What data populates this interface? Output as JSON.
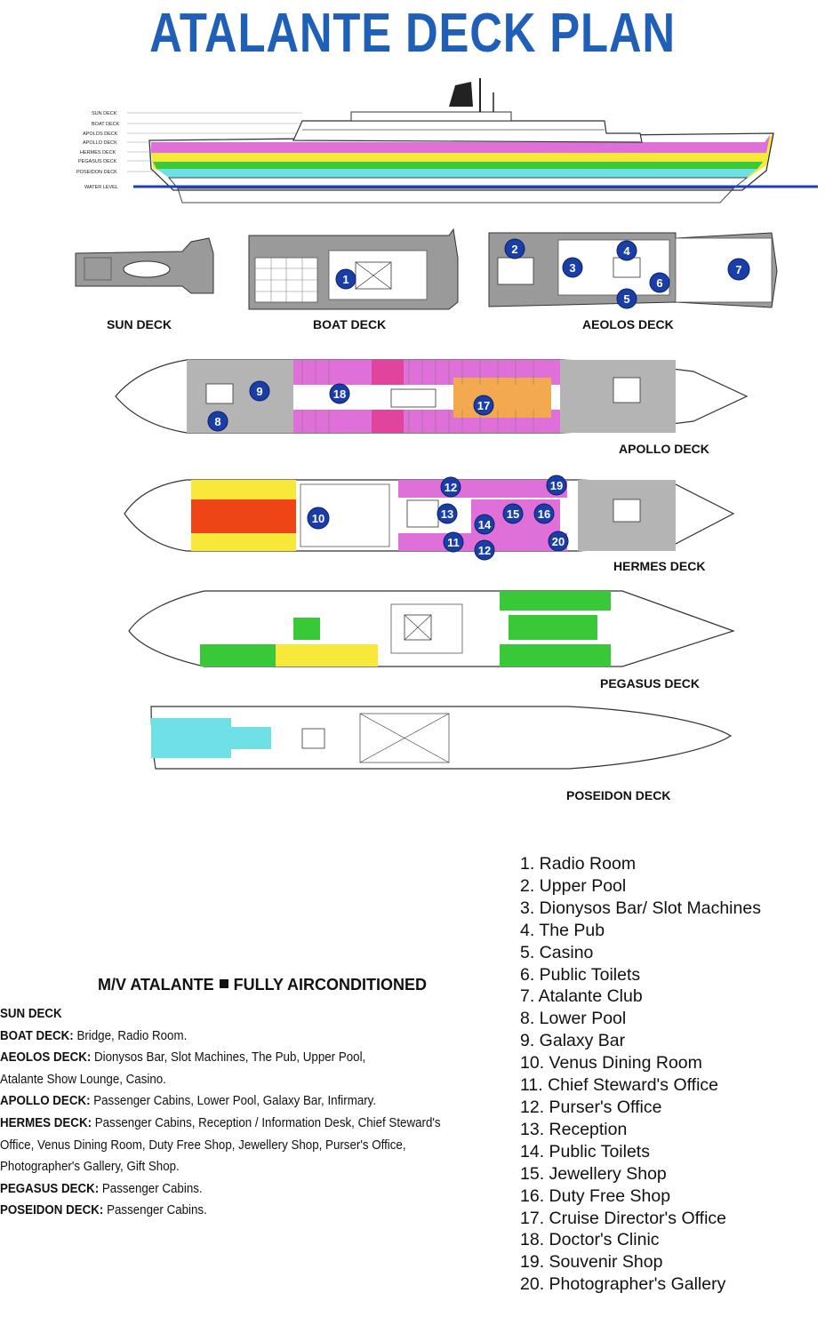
{
  "title": "ATALANTE DECK PLAN",
  "profile_labels": [
    "SUN DECK",
    "BOAT DECK",
    "APOLOS DECK",
    "APOLLO DECK",
    "HERMES DECK",
    "PEGASUS DECK",
    "POSEIDON DECK",
    "WATER LEVEL"
  ],
  "decks": {
    "sun": "SUN DECK",
    "boat": "BOAT DECK",
    "aeolos": "AEOLOS  DECK",
    "apollo": "APOLLO DECK",
    "hermes": "HERMES DECK",
    "pegasus": "PEGASUS DECK",
    "poseidon": "POSEIDON DECK"
  },
  "colors": {
    "title": "#1f5fb8",
    "badge": "#1a3ea8",
    "sun": "#9a9a9a",
    "boat": "#9a9a9a",
    "aeolos": "#e0449d",
    "apollo": "#e070d9",
    "hermes": "#f7e83a",
    "pegasus": "#38c838",
    "poseidon": "#6fe0e6",
    "orange": "#f2a950",
    "red": "#ee4416",
    "water": "#1d3fb8"
  },
  "badges": [
    "1",
    "2",
    "3",
    "4",
    "5",
    "6",
    "7",
    "8",
    "9",
    "18",
    "17",
    "12",
    "19",
    "10",
    "13",
    "14",
    "15",
    "16",
    "11",
    "20",
    "12"
  ],
  "legend": [
    "1. Radio Room",
    "2. Upper Pool",
    "3. Dionysos Bar/ Slot Machines",
    "4. The Pub",
    "5. Casino",
    "6. Public Toilets",
    "7. Atalante Club",
    "8. Lower Pool",
    "9. Galaxy Bar",
    "10. Venus Dining Room",
    "11. Chief Steward's Office",
    "12. Purser's Office",
    "13. Reception",
    "14. Public Toilets",
    "15. Jewellery Shop",
    "16. Duty Free Shop",
    "17. Cruise Director's Office",
    "18. Doctor's Clinic",
    "19. Souvenir Shop",
    "20. Photographer's Gallery"
  ],
  "summary": {
    "heading_left": "M/V ATALANTE",
    "heading_right": "FULLY AIRCONDITIONED",
    "rows": [
      {
        "deck": "SUN DECK",
        "text": ""
      },
      {
        "deck": "BOAT DECK:",
        "text": " Bridge, Radio Room."
      },
      {
        "deck": "AEOLOS DECK:",
        "text": " Dionysos Bar, Slot Machines, The Pub, Upper Pool,"
      },
      {
        "deck": "",
        "text": "Atalante Show Lounge, Casino."
      },
      {
        "deck": "APOLLO DECK:",
        "text": " Passenger Cabins, Lower Pool, Galaxy Bar, Infirmary."
      },
      {
        "deck": "HERMES DECK:",
        "text": " Passenger Cabins, Reception / Information Desk, Chief Steward's"
      },
      {
        "deck": "",
        "text": "Office, Venus Dining Room, Duty Free Shop, Jewellery Shop, Purser's Office,"
      },
      {
        "deck": "",
        "text": "Photographer's Gallery, Gift Shop."
      },
      {
        "deck": "PEGASUS DECK:",
        "text": " Passenger Cabins."
      },
      {
        "deck": "POSEIDON DECK:",
        "text": " Passenger Cabins."
      }
    ]
  }
}
